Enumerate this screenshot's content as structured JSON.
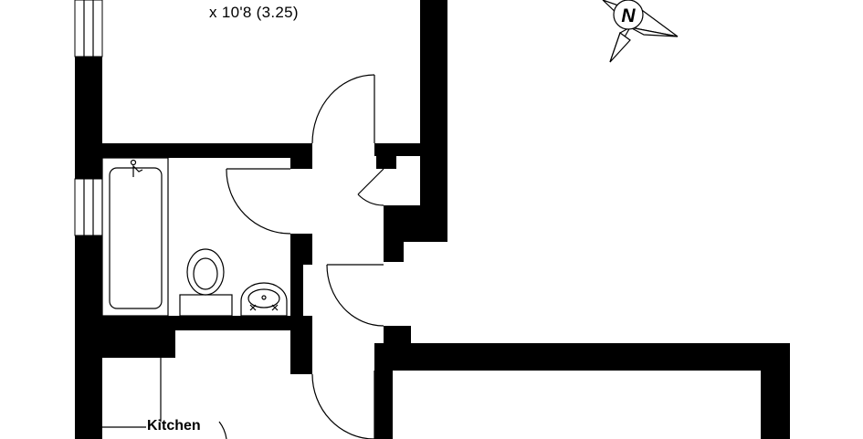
{
  "rooms": {
    "top_room_dimension": "x 10'8 (3.25)",
    "kitchen_label": "Kitchen"
  },
  "compass": {
    "letter": "N"
  },
  "colors": {
    "wall": "#000000",
    "background": "#ffffff"
  }
}
